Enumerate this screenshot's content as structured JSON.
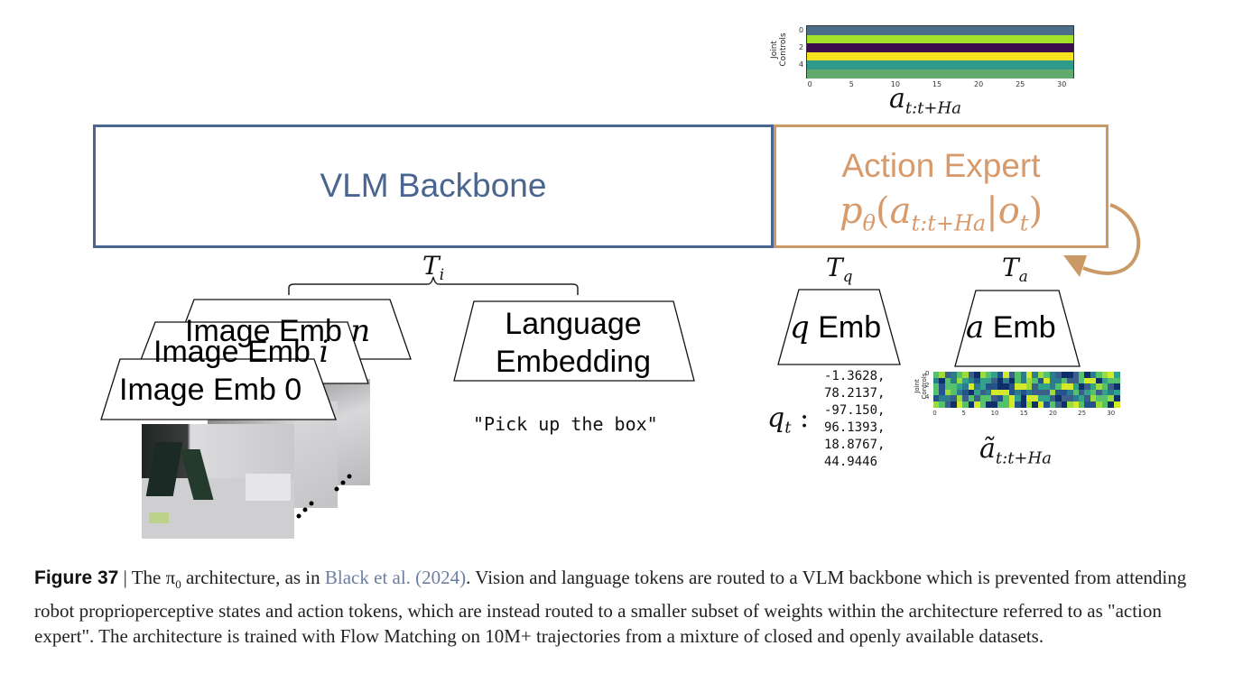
{
  "diagram": {
    "vlm_backbone": {
      "title": "VLM Backbone",
      "color": "#4a6690"
    },
    "action_expert": {
      "title": "Action Expert",
      "formula": "pθ(at:t+Ha|ot)",
      "formula_parts": {
        "p": "p",
        "p_sub": "θ",
        "open": "(",
        "a": "a",
        "a_sub": "t:t+Ha",
        "bar": "|",
        "o": "o",
        "o_sub": "t",
        "close": ")"
      },
      "color": "#c99a66"
    },
    "token_labels": {
      "ti": {
        "main": "T",
        "sub": "i"
      },
      "tq": {
        "main": "T",
        "sub": "q"
      },
      "ta": {
        "main": "T",
        "sub": "a"
      }
    },
    "embeddings": {
      "image_emb_n": {
        "text": "Image Emb ",
        "var": "n"
      },
      "image_emb_i": {
        "text": "Image Emb ",
        "var": "i"
      },
      "image_emb_0": {
        "text": "Image Emb 0"
      },
      "language": {
        "line1": "Language",
        "line2": "Embedding"
      },
      "q_emb": {
        "var": "q",
        "text": " Emb"
      },
      "a_emb": {
        "var": "a",
        "text": " Emb"
      }
    },
    "prompt": "\"Pick up the box\"",
    "q_state": {
      "label_main": "q",
      "label_sub": "t",
      "colon": ":",
      "values": [
        "-1.3628,",
        "78.2137,",
        "-97.150,",
        "96.1393,",
        "18.8767,",
        "44.9446"
      ]
    },
    "action_label": {
      "main": "a",
      "sub": "t:t+Ha"
    },
    "noisy_action_label": {
      "main": "ã",
      "sub": "t:t+Ha"
    },
    "heatmap_ylabel": [
      "Joint",
      "Controls"
    ],
    "heatmap_yticks": [
      "0",
      "2",
      "4"
    ],
    "heatmap_xticks": [
      "0",
      "5",
      "10",
      "15",
      "20",
      "25",
      "30"
    ],
    "clean_actions_rows": [
      "#4d6e88",
      "#a5e32a",
      "#3c0e4a",
      "#f6e21f",
      "#2f9a8a",
      "#61ab6e"
    ],
    "noisy_actions_colors": [
      "#3b5f8a",
      "#2b7c8e",
      "#31a289",
      "#55c26b",
      "#9bdb3c",
      "#d4e92a",
      "#24528a",
      "#0f2f6a"
    ]
  },
  "caption": {
    "figure_label": "Figure 37",
    "separator": " | ",
    "text_before_cite": "The π",
    "pi_sub": "0",
    "text_mid": " architecture, as in ",
    "citation": "Black et al. (2024)",
    "text_after": ". Vision and language tokens are routed to a VLM backbone which is prevented from attending robot proprioperceptive states and action tokens, which are instead routed to a smaller subset of weights within the architecture referred to as \"action expert\". The architecture is trained with Flow Matching on 10M+ trajectories from a mixture of closed and openly available datasets."
  }
}
